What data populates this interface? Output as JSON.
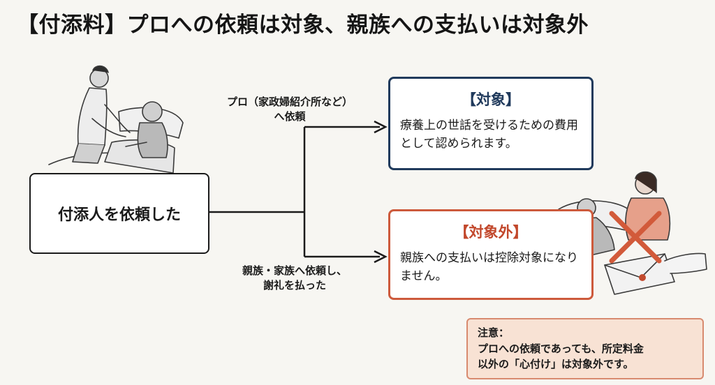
{
  "title": "【付添料】プロへの依頼は対象、親族への支払いは対象外",
  "source": {
    "label": "付添人を依頼した"
  },
  "branches": {
    "top_label_line1": "プロ（家政婦紹介所など）",
    "top_label_line2": "へ依頼",
    "bottom_label_line1": "親族・家族へ依頼し、",
    "bottom_label_line2": "謝礼を払った"
  },
  "target_box": {
    "heading": "【対象】",
    "body": "療養上の世話を受けるための費用として認められます。"
  },
  "excluded_box": {
    "heading": "【対象外】",
    "body": "親族への支払いは控除対象になりません。"
  },
  "note": {
    "heading": "注意：",
    "body": "プロへの依頼であっても、所定料金\n以外の「心付け」は対象外です。"
  },
  "colors": {
    "navy": "#203a5c",
    "red": "#cd5a3c",
    "note_bg": "#f8e2d4"
  },
  "icons": {
    "top_left": "caregiver-with-patient-illustration",
    "right": "family-payment-crossed-illustration"
  }
}
